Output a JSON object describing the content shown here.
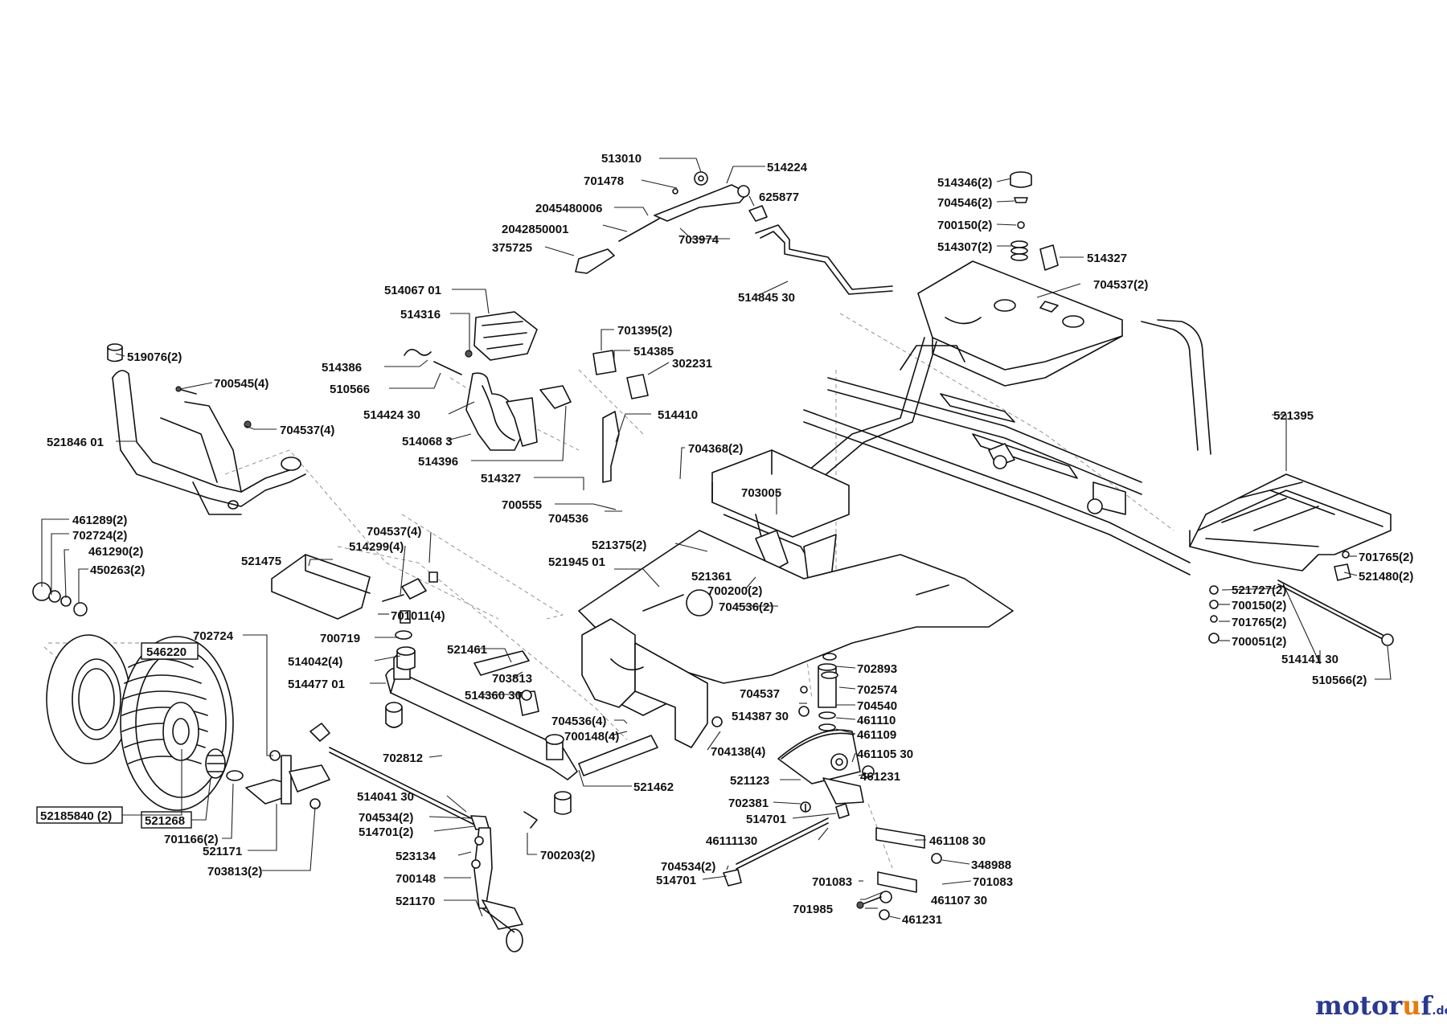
{
  "diagram": {
    "part_labels": {
      "p513010": "513010",
      "p514224": "514224",
      "p701478": "701478",
      "p625877": "625877",
      "p2045480006": "2045480006",
      "p2042850001": "2042850001",
      "p703974": "703974",
      "p375725": "375725",
      "p514845_30": "514845 30",
      "p514346_2": "514346(2)",
      "p704546_2": "704546(2)",
      "p700150_2a": "700150(2)",
      "p514307_2": "514307(2)",
      "p514327a": "514327",
      "p704537_2": "704537(2)",
      "p514067_01": "514067 01",
      "p514316": "514316",
      "p701395_2": "701395(2)",
      "p514385": "514385",
      "p302231": "302231",
      "p519076_2": "519076(2)",
      "p514386": "514386",
      "p700545_4": "700545(4)",
      "p510566": "510566",
      "p514424_30": "514424 30",
      "p514410": "514410",
      "p704537_4a": "704537(4)",
      "p514068_3": "514068 3",
      "p521846_01": "521846 01",
      "p514396": "514396",
      "p521395": "521395",
      "p704368_2": "704368(2)",
      "p514327b": "514327",
      "p700555": "700555",
      "p703005": "703005",
      "p704536": "704536",
      "p461289_2": "461289(2)",
      "p702724_2": "702724(2)",
      "p704537_4b": "704537(4)",
      "p461290_2": "461290(2)",
      "p514299_4": "514299(4)",
      "p521375_2": "521375(2)",
      "p521475": "521475",
      "p450263_2": "450263(2)",
      "p521945_01": "521945  01",
      "p701765_2a": "701765(2)",
      "p521361": "521361",
      "p521480_2": "521480(2)",
      "p700200_2": "700200(2)",
      "p521727_2": "521727(2)",
      "p704536_2": "704536(2)",
      "p701011_4": "701011(4)",
      "p700150_2b": "700150(2)",
      "p701765_2b": "701765(2)",
      "p702724": "702724",
      "p700719": "700719",
      "p700051_2": "700051(2)",
      "p546220": "546220",
      "p521461": "521461",
      "p514141_30": "514141 30",
      "p514042_4": "514042(4)",
      "p702893": "702893",
      "p510566_2": "510566(2)",
      "p703813": "703813",
      "p702574": "702574",
      "p514477_01": "514477 01",
      "p514360_30": "514360 30",
      "p704537": "704537",
      "p704540": "704540",
      "p514387_30": "514387 30",
      "p461110": "461110",
      "p704536_4": "704536(4)",
      "p461109": "461109",
      "p700148_4": "700148(4)",
      "p704138_4": "704138(4)",
      "p702812": "702812",
      "p461105_30": "461105 30",
      "p521462": "521462",
      "p461231a": "461231",
      "p521123": "521123",
      "p514041_30": "514041 30",
      "p702381": "702381",
      "p52185840_2": "52185840 (2)",
      "p521268": "521268",
      "p704534_2a": "704534(2)",
      "p514701a": "514701",
      "p514701_2": "514701(2)",
      "p701166_2": "701166(2)",
      "p461108_30": "461108 30",
      "p521171": "521171",
      "p700203_2": "700203(2)",
      "p46111130": "46111130",
      "p523134": "523134",
      "p348988": "348988",
      "p704534_2b": "704534(2)",
      "p703813_2": "703813(2)",
      "p700148": "700148",
      "p514701b": "514701",
      "p701083a": "701083",
      "p701083b": "701083",
      "p461107_30": "461107 30",
      "p521170": "521170",
      "p701985": "701985",
      "p461231b": "461231"
    }
  },
  "watermark": {
    "brand": "motor",
    "brand_dot": "u",
    "brand_end": "f",
    "tld": ".de"
  }
}
